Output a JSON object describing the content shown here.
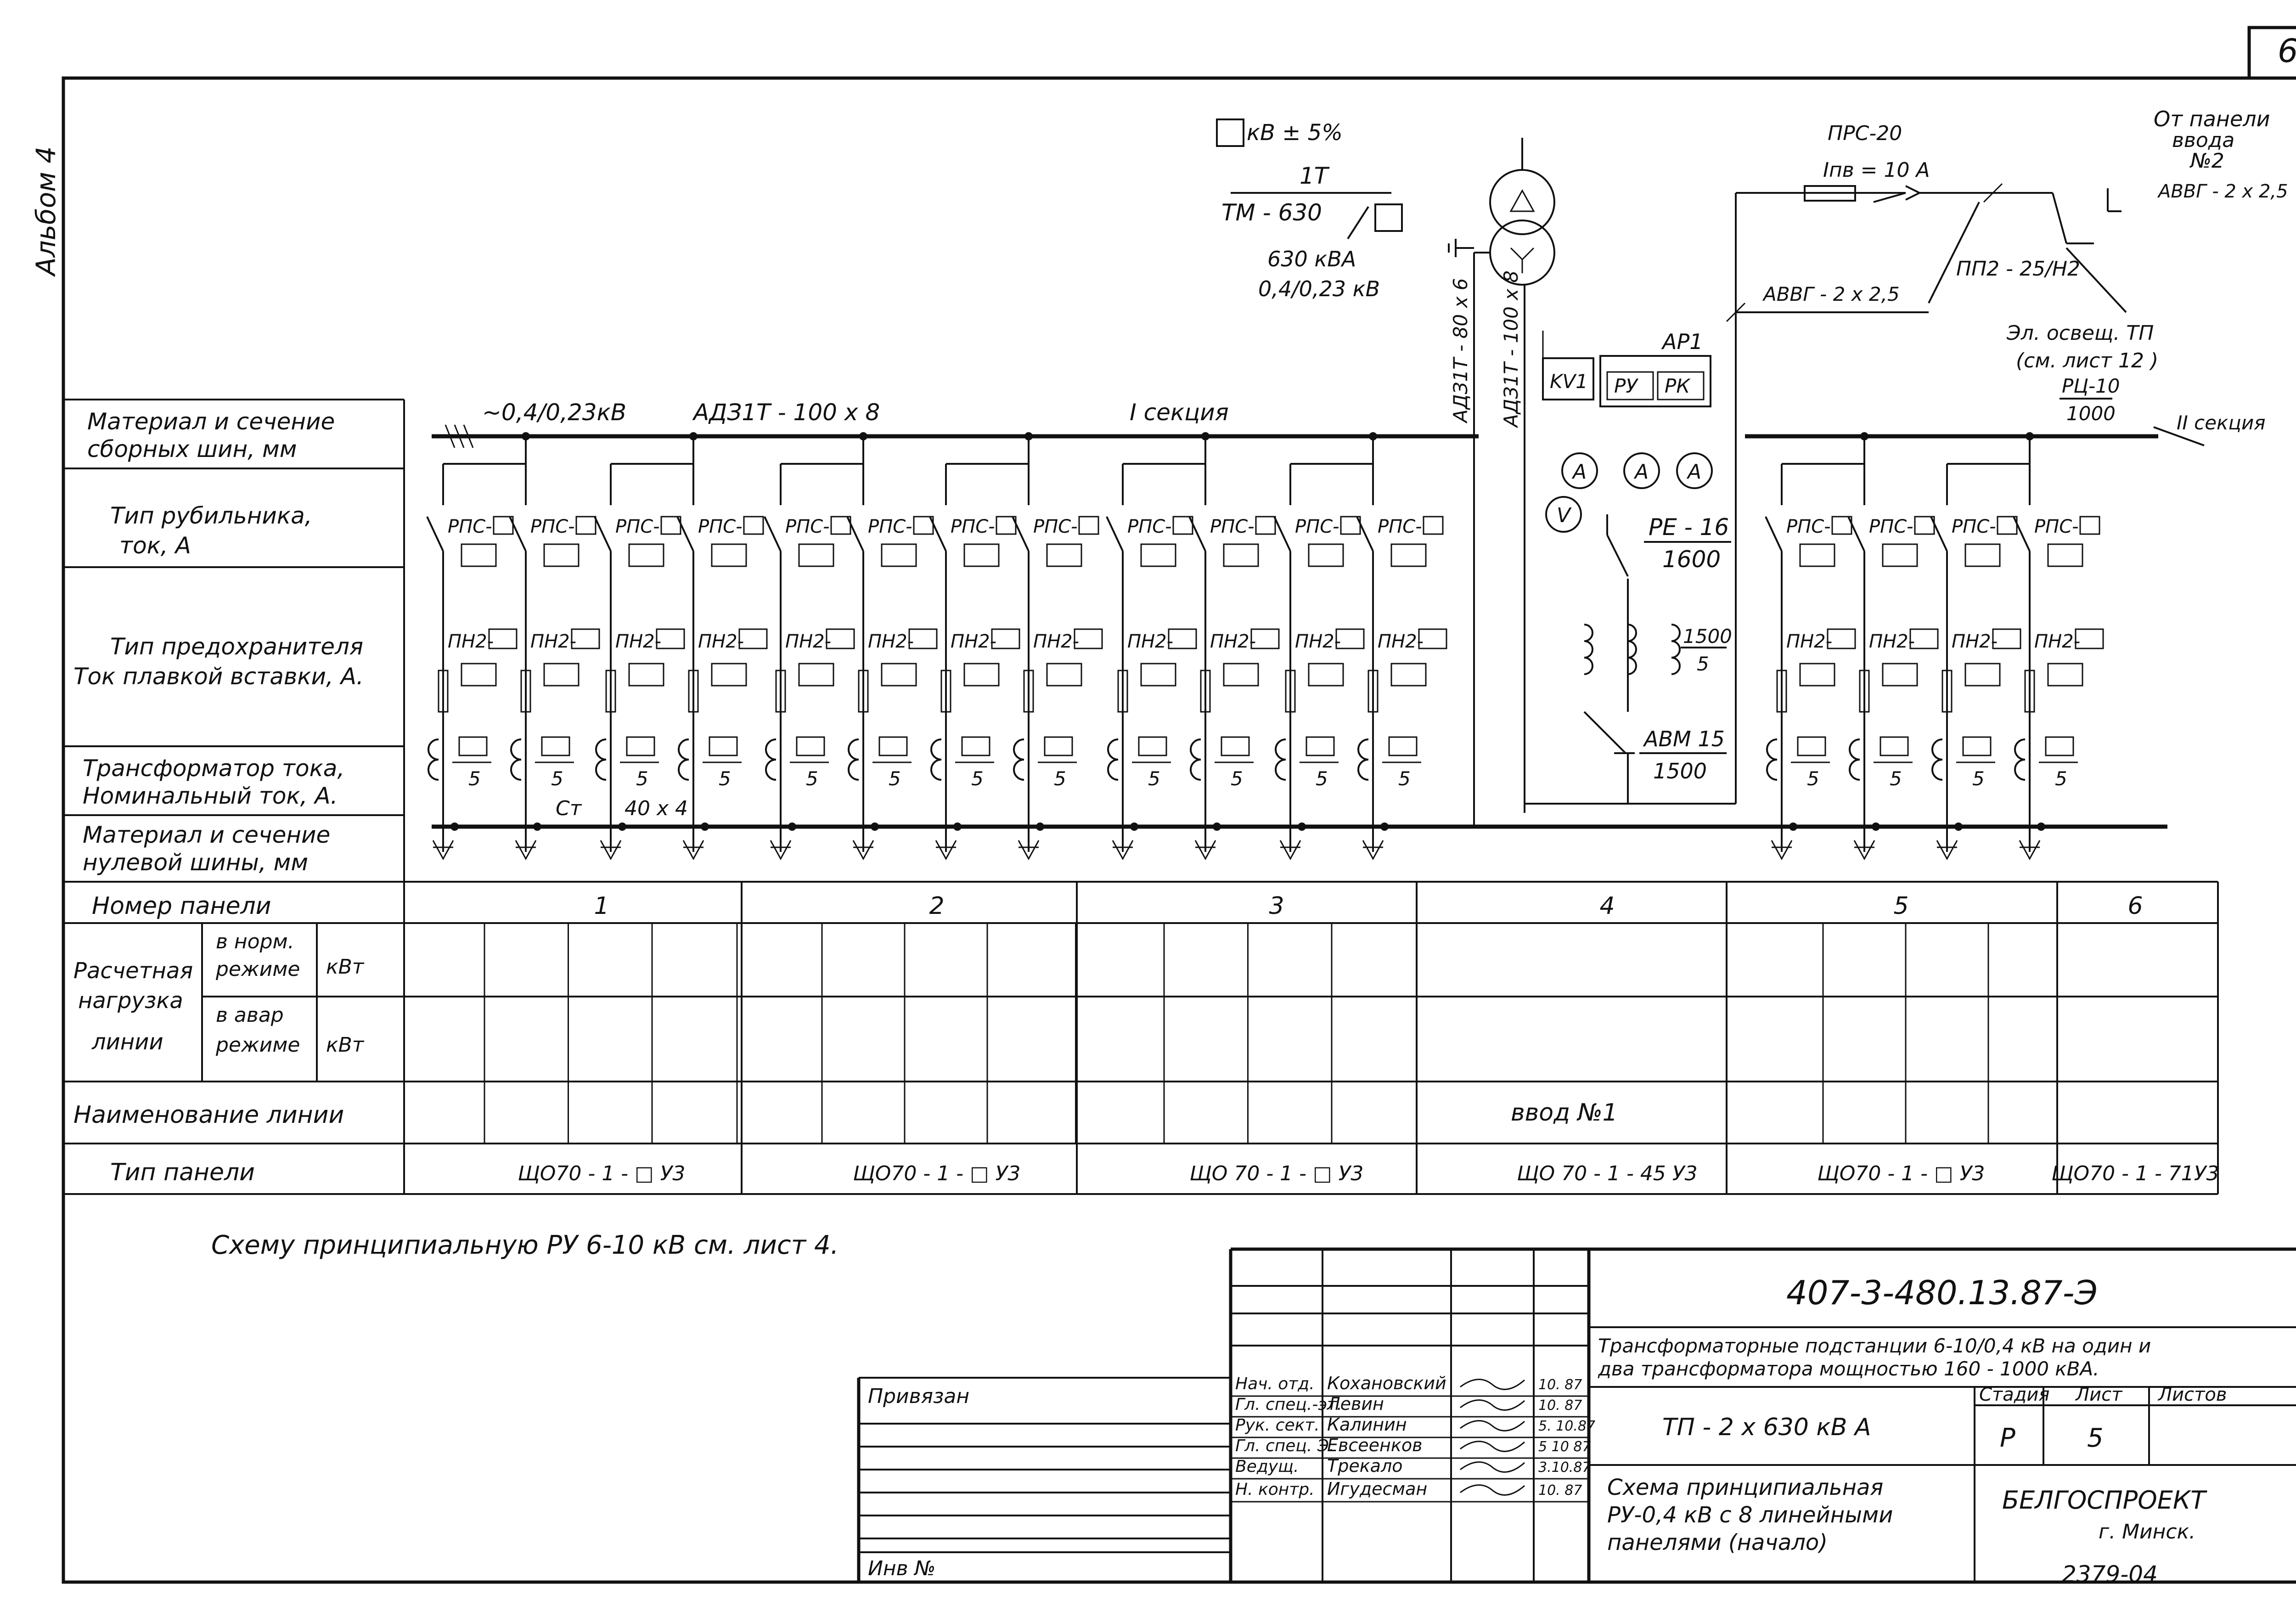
{
  "sheet_number": "6",
  "album_label": "Альбом 4",
  "transformer": {
    "box_label": "кВ ± 5%",
    "name": "1Т",
    "type": "ТМ - 630",
    "power": "630 кВА",
    "voltage": "0,4/0,23 кВ"
  },
  "bus": {
    "voltage": "~0,4/0,23кВ",
    "bus_type": "АДЗ1Т - 100 х 8",
    "section1": "I секция",
    "section2": "II секция",
    "vertical1": "АДЗ1Т - 80 х 6",
    "vertical2": "АДЗ1Т - 100 х 8"
  },
  "aux": {
    "kv1": "KV1",
    "ap1": "АР1",
    "ru": "РУ",
    "rk": "РК",
    "ammeter": "A",
    "voltmeter": "V",
    "switch_type": "РЕ - 16",
    "switch_current": "1600",
    "ct_ratio_top": "1500",
    "ct_ratio_bottom": "5",
    "breaker_type": "АВМ 15",
    "breaker_current": "1500"
  },
  "supply": {
    "fuse_type": "ПРС-20",
    "fuse_current": "Iпв = 10 А",
    "from_panel": "От панели",
    "from_panel2": "ввода",
    "from_panel_no": "№2",
    "cable1": "АВВГ - 2 х 2,5",
    "cable2": "АВВГ - 2 х 2,5",
    "switch": "ПП2 - 25/Н2",
    "lighting": "Эл. освещ. ТП",
    "lighting_ref": "(см. лист 12 )",
    "rc_type": "РЦ-10",
    "rc_current": "1000"
  },
  "devices": {
    "rps": "РПС-",
    "pn2": "ПН2-",
    "ct_den": "5",
    "st": "Ст",
    "st_size": "40 х 4"
  },
  "row_labels": {
    "bus_material_1": "Материал и сечение",
    "bus_material_2": "сборных шин, мм",
    "switch_type_1": "Тип рубильника,",
    "switch_type_2": "ток, А",
    "fuse_type_1": "Тип предохранителя",
    "fuse_type_2": "Ток плавкой вставки, А.",
    "ct_1": "Трансформатор тока,",
    "ct_2": "Номинальный ток, А.",
    "neutral_1": "Материал и сечение",
    "neutral_2": "нулевой шины, мм"
  },
  "table": {
    "panel_number_label": "Номер панели",
    "calc_load_1": "Расчетная",
    "calc_load_2": "нагрузка",
    "calc_load_3": "линии",
    "normal_1": "в норм.",
    "normal_2": "режиме",
    "emergency_1": "в авар",
    "emergency_2": "режиме",
    "unit": "кВт",
    "line_name_label": "Наименование линии",
    "panel_type_label": "Тип панели",
    "panel_numbers": [
      "1",
      "2",
      "3",
      "4",
      "5",
      "6"
    ],
    "line_name_panel4": "ввод №1",
    "panel_types": [
      "ЩО70 - 1 - □ У3",
      "ЩО70 - 1 - □ У3",
      "ЩО 70 - 1 - □ У3",
      "ЩО 70 - 1 - 45 У3",
      "ЩО70 - 1 - □ У3",
      "ЩО70 - 1 - 71У3"
    ]
  },
  "note": "Схему принципиальную РУ 6-10 кВ см. лист 4.",
  "title_block": {
    "doc_code": "407-3-480.13.87-Э",
    "desc_1": "Трансформаторные подстанции 6-10/0,4 кВ на один и",
    "desc_2": "два трансформатора мощностью 160 - 1000 кВА.",
    "project": "ТП - 2 х 630 кВ А",
    "stage_label": "Стадия",
    "sheet_label": "Лист",
    "sheets_label": "Листов",
    "stage": "Р",
    "sheet": "5",
    "title_1": "Схема принципиальная",
    "title_2": "РУ-0,4 кВ с 8 линейными",
    "title_3": "панелями (начало)",
    "org": "БЕЛГОСПРОЕКТ",
    "city": "г. Минск.",
    "bound": "Привязан",
    "inv": "Инв №",
    "stamp": "2379-04",
    "roles": [
      "Нач. отд.",
      "Гл. спец.-эт.",
      "Рук. сект.",
      "Гл. спец. Э.",
      "Ведущ.",
      "Н. контр."
    ],
    "names": [
      "Кохановский",
      "Левин",
      "Калинин",
      "Евсеенков",
      "Трекало",
      "Игудесман"
    ],
    "dates": [
      "10. 87",
      "10. 87",
      "5. 10.87",
      "5 10 87",
      "3.10.87",
      "10. 87"
    ]
  }
}
